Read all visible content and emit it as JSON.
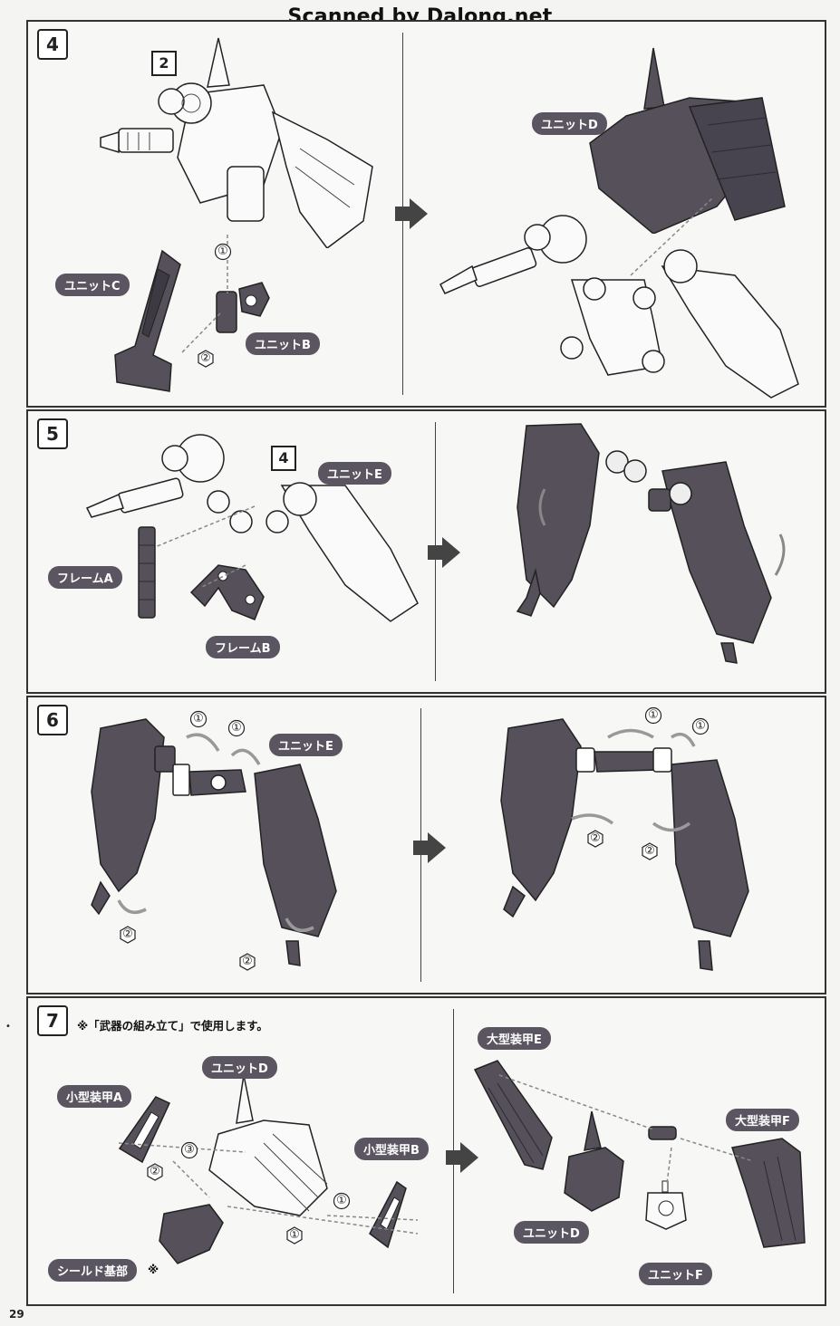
{
  "watermark": "Scanned by Dalong.net",
  "page_number": "29",
  "steps": [
    {
      "number": "4",
      "sub_ref": "2",
      "labels": {
        "unit_c": "ユニットC",
        "unit_b": "ユニットB",
        "unit_d": "ユニットD"
      },
      "seq": [
        "①",
        "②"
      ]
    },
    {
      "number": "5",
      "sub_ref": "4",
      "labels": {
        "unit_e": "ユニットE",
        "frame_a": "フレームA",
        "frame_b": "フレームB"
      }
    },
    {
      "number": "6",
      "labels": {
        "unit_e": "ユニットE"
      },
      "seq": [
        "①",
        "②"
      ]
    },
    {
      "number": "7",
      "note": "※「武器の組み立て」で使用します。",
      "labels": {
        "unit_d": "ユニットD",
        "small_armor_a": "小型装甲A",
        "small_armor_b": "小型装甲B",
        "shield_base": "シールド基部",
        "shield_mark": "※",
        "large_armor_e": "大型装甲E",
        "large_armor_f": "大型装甲F",
        "unit_d_right": "ユニットD",
        "unit_f": "ユニットF"
      },
      "seq": [
        "①",
        "②",
        "③"
      ]
    }
  ],
  "colors": {
    "tag_bg": "#5a5560",
    "part_dark": "#55505a",
    "part_line": "#222222"
  }
}
